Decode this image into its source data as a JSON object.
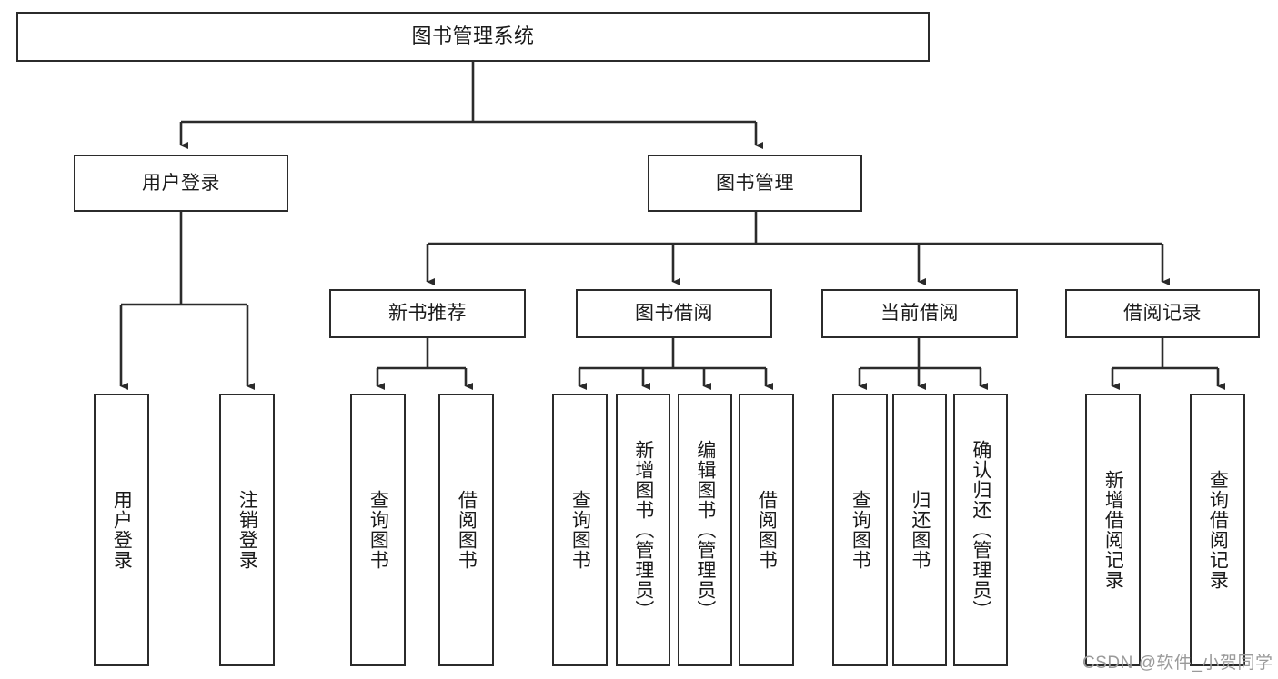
{
  "diagram": {
    "title": "图书管理系统",
    "watermark": "CSDN @软件_小贺同学",
    "colors": {
      "stroke": "#2b2b2b",
      "fill": "#ffffff",
      "text": "#1a1a1a",
      "watermark": "#9a9a9a"
    },
    "nodes": {
      "root": {
        "label": "图书管理系统"
      },
      "level2": [
        {
          "label": "用户登录"
        },
        {
          "label": "图书管理"
        }
      ],
      "level3": [
        {
          "label": "新书推荐"
        },
        {
          "label": "图书借阅"
        },
        {
          "label": "当前借阅"
        },
        {
          "label": "借阅记录"
        }
      ],
      "leaves": [
        {
          "label": "用户登录"
        },
        {
          "label": "注销登录"
        },
        {
          "label": "查询图书"
        },
        {
          "label": "借阅图书"
        },
        {
          "label": "查询图书"
        },
        {
          "label": "新增图书（管理员）"
        },
        {
          "label": "编辑图书（管理员）"
        },
        {
          "label": "借阅图书"
        },
        {
          "label": "查询图书"
        },
        {
          "label": "归还图书"
        },
        {
          "label": "确认归还（管理员）"
        },
        {
          "label": "新增借阅记录"
        },
        {
          "label": "查询借阅记录"
        }
      ]
    }
  }
}
